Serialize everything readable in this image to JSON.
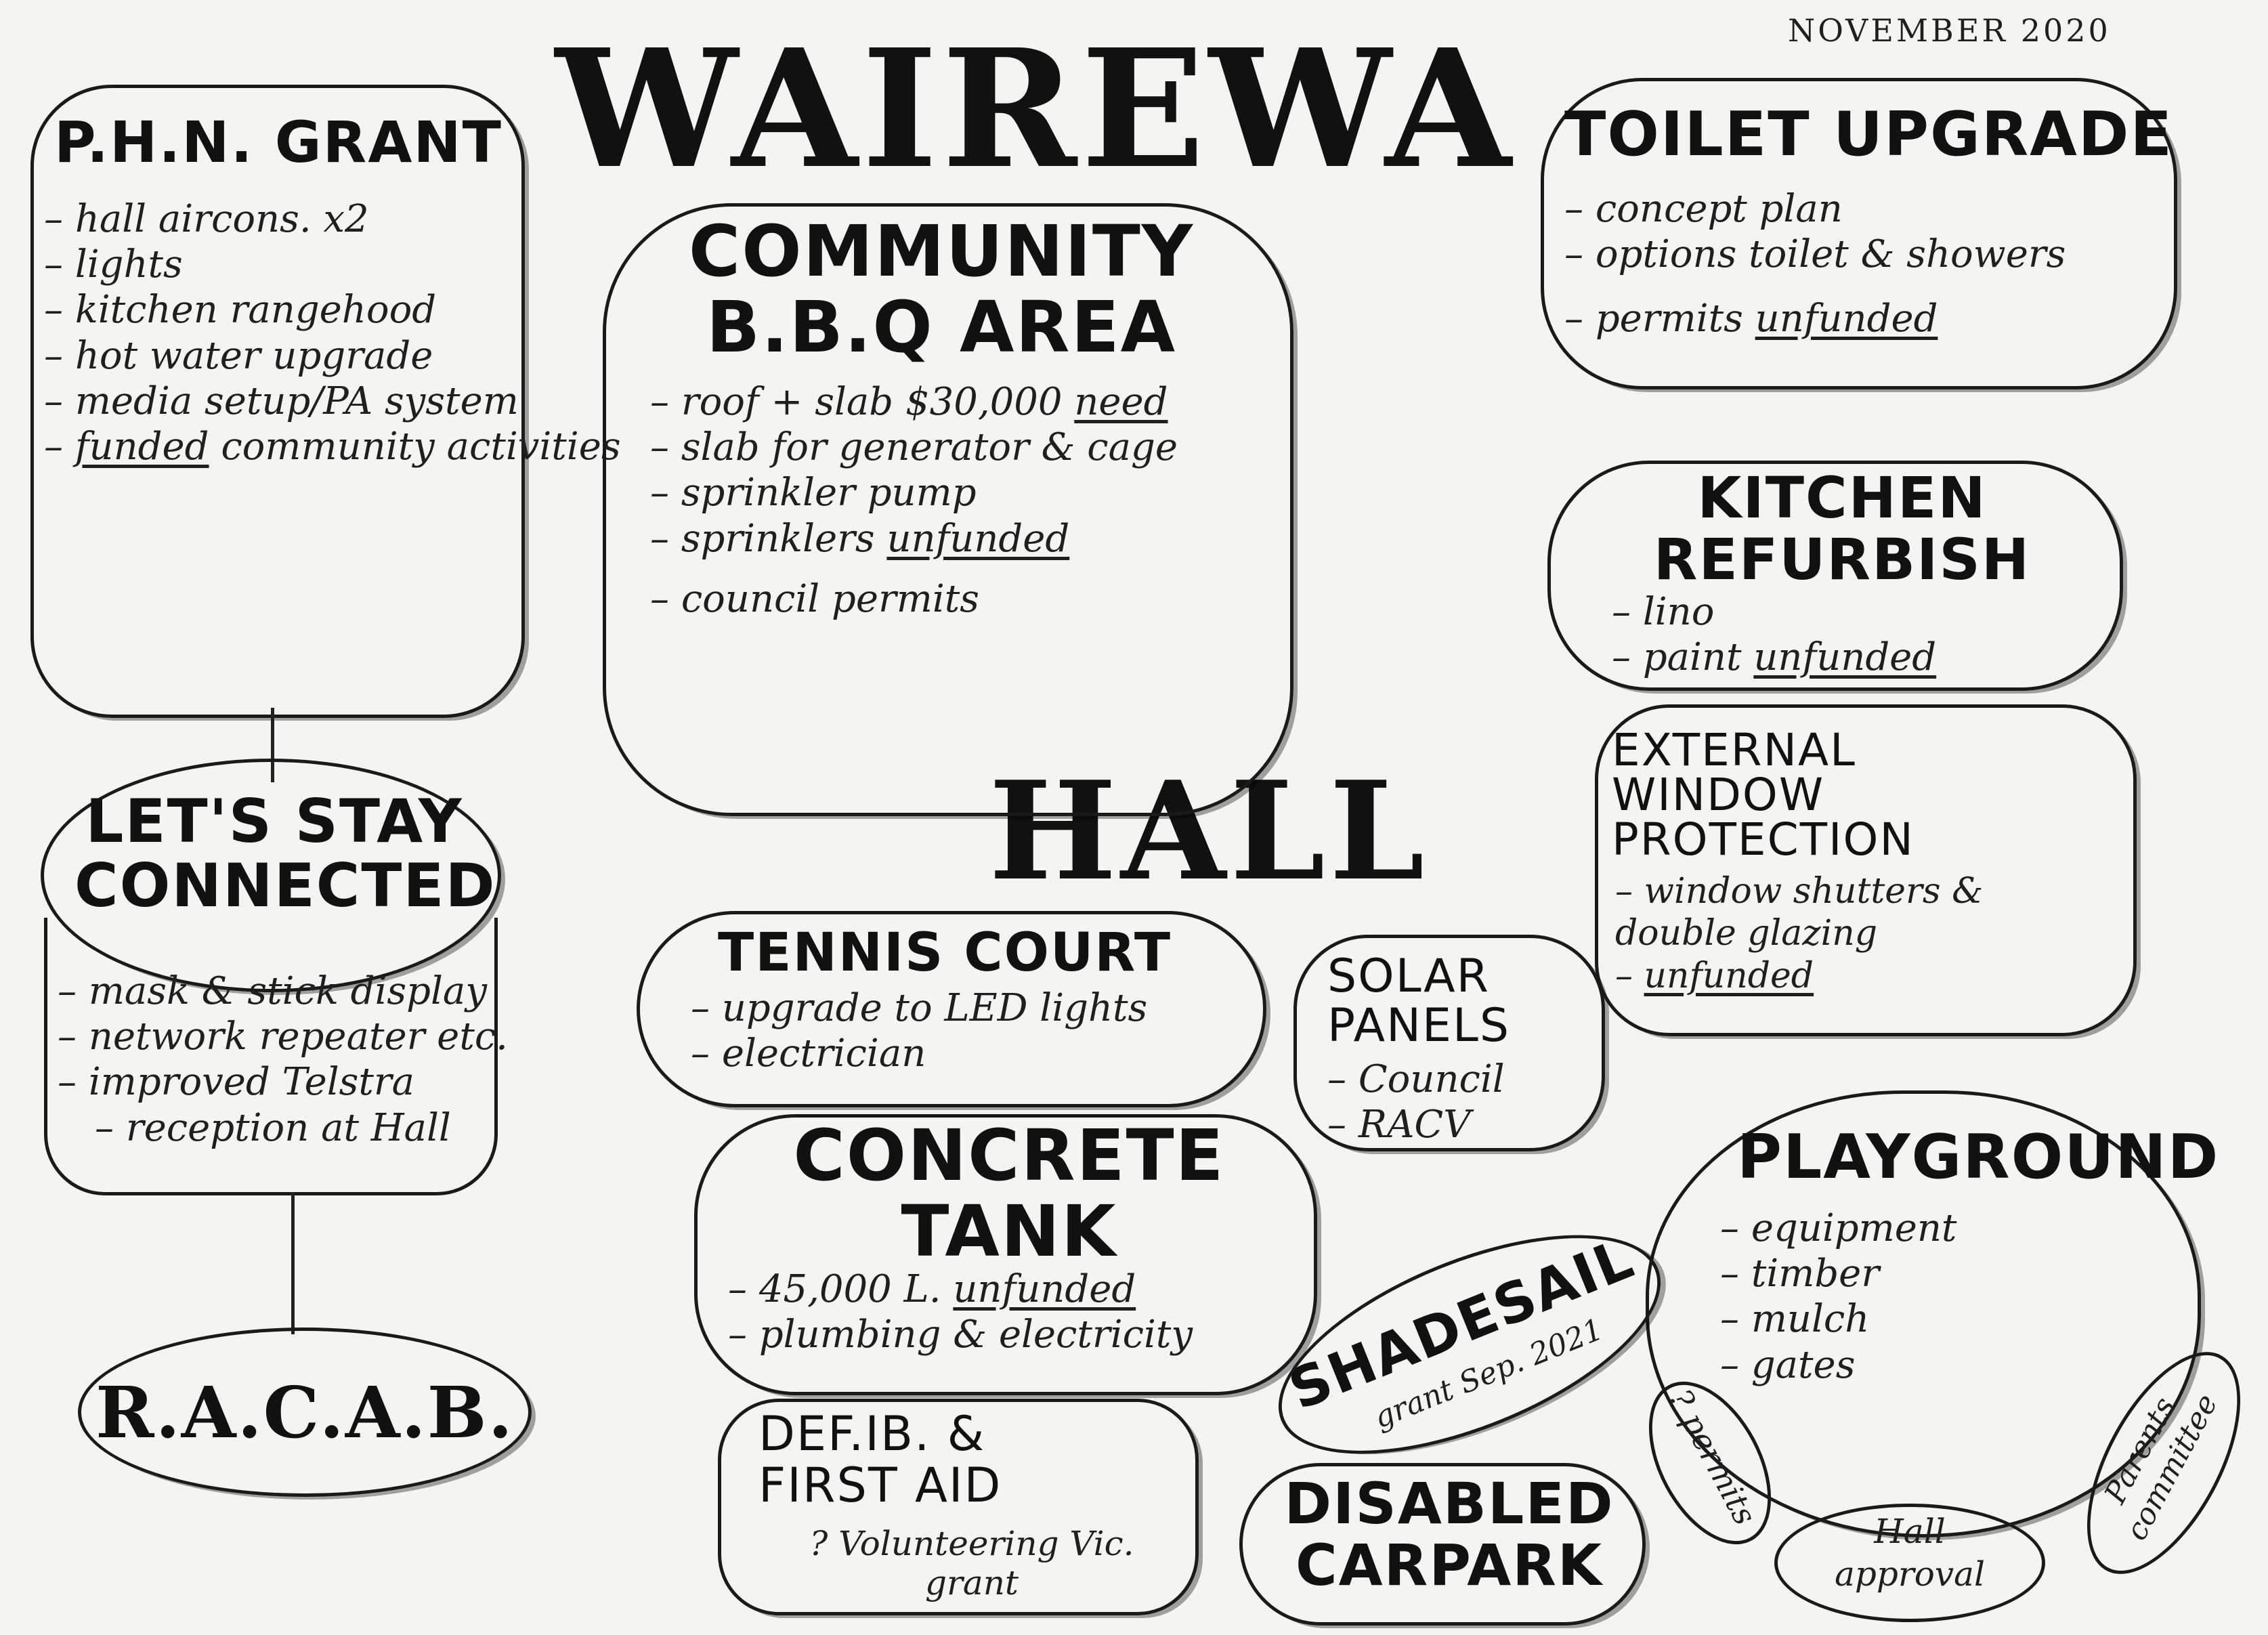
{
  "date": "NOVEMBER 2020",
  "title": "WAIREWA",
  "subtitle": "HALL",
  "phn_grant": {
    "title": "P.H.N. GRANT",
    "items": [
      "hall aircons. x2",
      "lights",
      "kitchen rangehood",
      "hot water upgrade",
      "media setup/PA system",
      "funded community activities"
    ]
  },
  "lets_stay_connected": {
    "title": "LET'S STAY\nCONNECTED",
    "items": [
      "mask & stick display",
      "network repeater etc.",
      "improved Telstra",
      "reception at Hall"
    ]
  },
  "racab": {
    "title": "R.A.C.A.B."
  },
  "bbq": {
    "title": "COMMUNITY\nB.B.Q AREA",
    "items": [
      "roof + slab $30,000 need",
      "slab for generator & cage",
      "sprinkler pump",
      "sprinklers unfunded",
      "council permits"
    ]
  },
  "tennis": {
    "title": "TENNIS COURT",
    "items": [
      "upgrade to LED lights",
      "electrician"
    ]
  },
  "solar": {
    "title": "SOLAR\nPANELS",
    "items": [
      "Council",
      "RACV"
    ]
  },
  "concrete_tank": {
    "title": "CONCRETE\nTANK",
    "items": [
      "45,000 L. unfunded",
      "plumbing & electricity"
    ]
  },
  "defib": {
    "title": "DEF.IB. &\nFIRST AID",
    "note": "? Volunteering Vic. grant"
  },
  "toilet": {
    "title": "TOILET UPGRADE",
    "items": [
      "concept plan",
      "options toilet & showers",
      "permits unfunded"
    ]
  },
  "kitchen": {
    "title": "KITCHEN\nREFURBISH",
    "items": [
      "lino",
      "paint unfunded"
    ]
  },
  "window": {
    "title": "EXTERNAL\nWINDOW\nPROTECTION",
    "items": [
      "window shutters & double glazing",
      "unfunded"
    ]
  },
  "playground": {
    "title": "PLAYGROUND",
    "items": [
      "equipment",
      "timber",
      "mulch",
      "gates"
    ]
  },
  "shadesail": {
    "title": "SHADESAIL",
    "note": "grant Sep. 2021"
  },
  "carpark": {
    "title": "DISABLED\nCARPARK"
  },
  "permits_tag": "? permits",
  "hall_approval": "Hall approval",
  "parents_committee": "Parents committee"
}
